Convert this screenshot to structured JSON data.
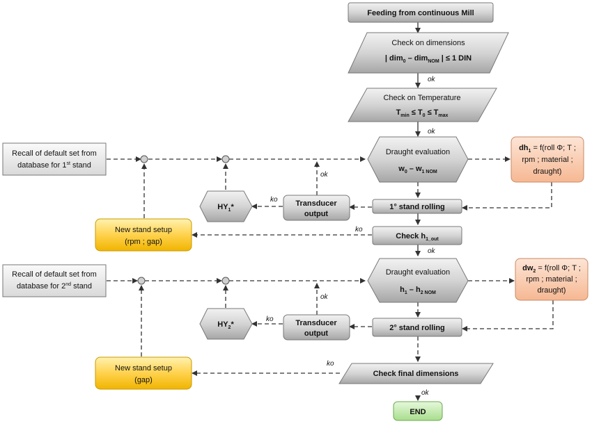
{
  "nodes": {
    "feed": {
      "text": "Feeding from continuous Mill"
    },
    "check_dim": {
      "title": "Check on dimensions",
      "formula_a": "| dim",
      "sub_a": "0",
      "formula_b": " – dim",
      "sub_b": "NOM",
      "formula_c": " | ≤ 1 DIN"
    },
    "check_temp": {
      "title": "Check on Temperature",
      "t1": "T",
      "t1_sub": "min",
      "t2": " ≤ T",
      "t2_sub": "0",
      "t3": " ≤ T",
      "t3_sub": "max"
    },
    "recall1": {
      "line1": "Recall of default set from",
      "line2": "database for 1",
      "sup": "st",
      "line3": " stand"
    },
    "draught1": {
      "title": "Draught evaluation",
      "f1": "w",
      "f1_sub": "0",
      "f2": " – w",
      "f2_sub": "1 NOM"
    },
    "dh1": {
      "b": "dh",
      "b_sub": "1",
      "line1": " = f(roll Φ; T ;",
      "line2": "rpm ; material ;",
      "line3": "draught)"
    },
    "hy1": {
      "text": "HY",
      "sub": "1",
      "suffix": "*"
    },
    "transducer1": {
      "line1": "Transducer",
      "line2": "output"
    },
    "stand1": {
      "text": "1° stand rolling"
    },
    "setup1": {
      "line1": "New stand setup",
      "line2": "(rpm ; gap)"
    },
    "check_h": {
      "text": "Check h",
      "sub": "1_out"
    },
    "recall2": {
      "line1": "Recall of default set from",
      "line2": "database for 2",
      "sup": "nd",
      "line3": " stand"
    },
    "draught2": {
      "title": "Draught evaluation",
      "f1": "h",
      "f1_sub": "1",
      "f2": " – h",
      "f2_sub": "2 NOM"
    },
    "dw2": {
      "b": "dw",
      "b_sub": "2",
      "line1": " = f(roll Φ; T ;",
      "line2": "rpm ; material ;",
      "line3": "draught)"
    },
    "hy2": {
      "text": "HY",
      "sub": "2",
      "suffix": "*"
    },
    "transducer2": {
      "line1": "Transducer",
      "line2": "output"
    },
    "stand2": {
      "text": "2° stand rolling"
    },
    "setup2": {
      "line1": "New stand setup",
      "line2": "(gap)"
    },
    "check_final": {
      "text": "Check final dimensions"
    },
    "end": {
      "text": "END"
    }
  },
  "edge_labels": {
    "ok": "ok",
    "ko": "ko"
  },
  "colors": {
    "gray_box": "#c8c8c8",
    "orange_box": "#f8cbad",
    "yellow_box": "#ffd24d",
    "green_box": "#c6efb3",
    "line": "#333333"
  }
}
